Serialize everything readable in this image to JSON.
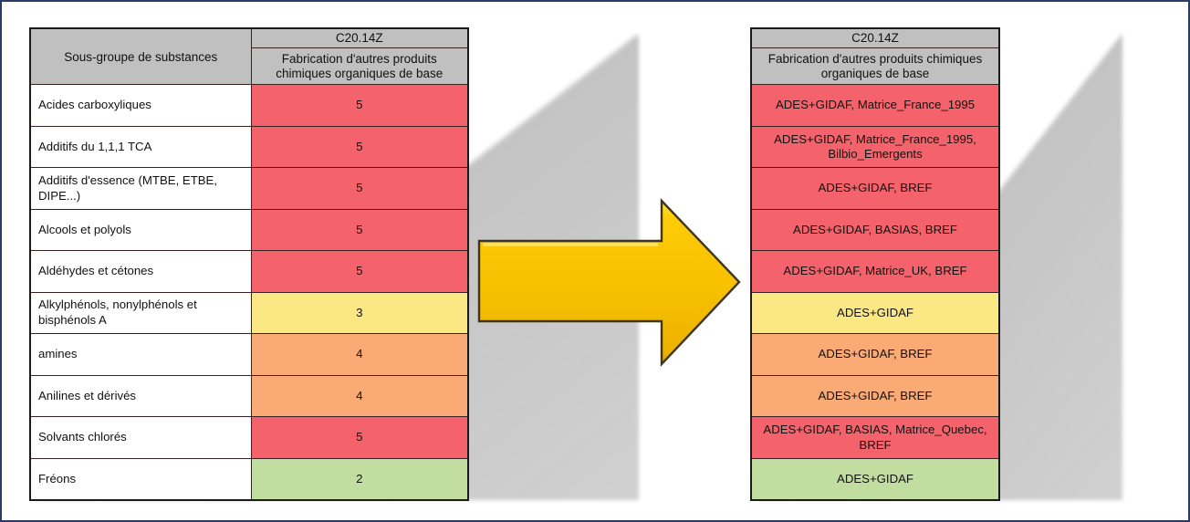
{
  "page": {
    "border_color": "#2a3b66",
    "background": "#ffffff"
  },
  "palette": {
    "header_gray": "#c0c0c0",
    "score_5": "#f4636b",
    "score_4": "#faaa74",
    "score_3": "#fbe784",
    "score_2": "#c2dda0",
    "arrow_fill": "#f5c000",
    "arrow_outline": "#403a22"
  },
  "left_table": {
    "header": {
      "label_column": "Sous-groupe de substances",
      "code": "C20.14Z",
      "activity": "Fabrication d'autres produits chimiques organiques de base"
    },
    "rows": [
      {
        "label": "Acides carboxyliques",
        "value": "5",
        "color_key": "score_5"
      },
      {
        "label": "Additifs du 1,1,1 TCA",
        "value": "5",
        "color_key": "score_5"
      },
      {
        "label": "Additifs d'essence (MTBE, ETBE, DIPE...)",
        "value": "5",
        "color_key": "score_5"
      },
      {
        "label": "Alcools et polyols",
        "value": "5",
        "color_key": "score_5"
      },
      {
        "label": "Aldéhydes et cétones",
        "value": "5",
        "color_key": "score_5"
      },
      {
        "label": "Alkylphénols, nonylphénols et bisphénols A",
        "value": "3",
        "color_key": "score_3"
      },
      {
        "label": "amines",
        "value": "4",
        "color_key": "score_4"
      },
      {
        "label": "Anilines et dérivés",
        "value": "4",
        "color_key": "score_4"
      },
      {
        "label": "Solvants chlorés",
        "value": "5",
        "color_key": "score_5"
      },
      {
        "label": "Fréons",
        "value": "2",
        "color_key": "score_2"
      }
    ]
  },
  "right_table": {
    "header": {
      "code": "C20.14Z",
      "activity": "Fabrication d'autres produits chimiques organiques de base"
    },
    "rows": [
      {
        "value": "ADES+GIDAF, Matrice_France_1995",
        "color_key": "score_5"
      },
      {
        "value": "ADES+GIDAF, Matrice_France_1995, Bilbio_Emergents",
        "color_key": "score_5"
      },
      {
        "value": "ADES+GIDAF, BREF",
        "color_key": "score_5"
      },
      {
        "value": "ADES+GIDAF, BASIAS, BREF",
        "color_key": "score_5"
      },
      {
        "value": "ADES+GIDAF, Matrice_UK, BREF",
        "color_key": "score_5"
      },
      {
        "value": "ADES+GIDAF",
        "color_key": "score_3"
      },
      {
        "value": "ADES+GIDAF, BREF",
        "color_key": "score_4"
      },
      {
        "value": "ADES+GIDAF, BREF",
        "color_key": "score_4"
      },
      {
        "value": "ADES+GIDAF, BASIAS, Matrice_Quebec, BREF",
        "color_key": "score_5"
      },
      {
        "value": "ADES+GIDAF",
        "color_key": "score_2"
      }
    ]
  },
  "arrow": {
    "direction": "right",
    "label": ""
  }
}
